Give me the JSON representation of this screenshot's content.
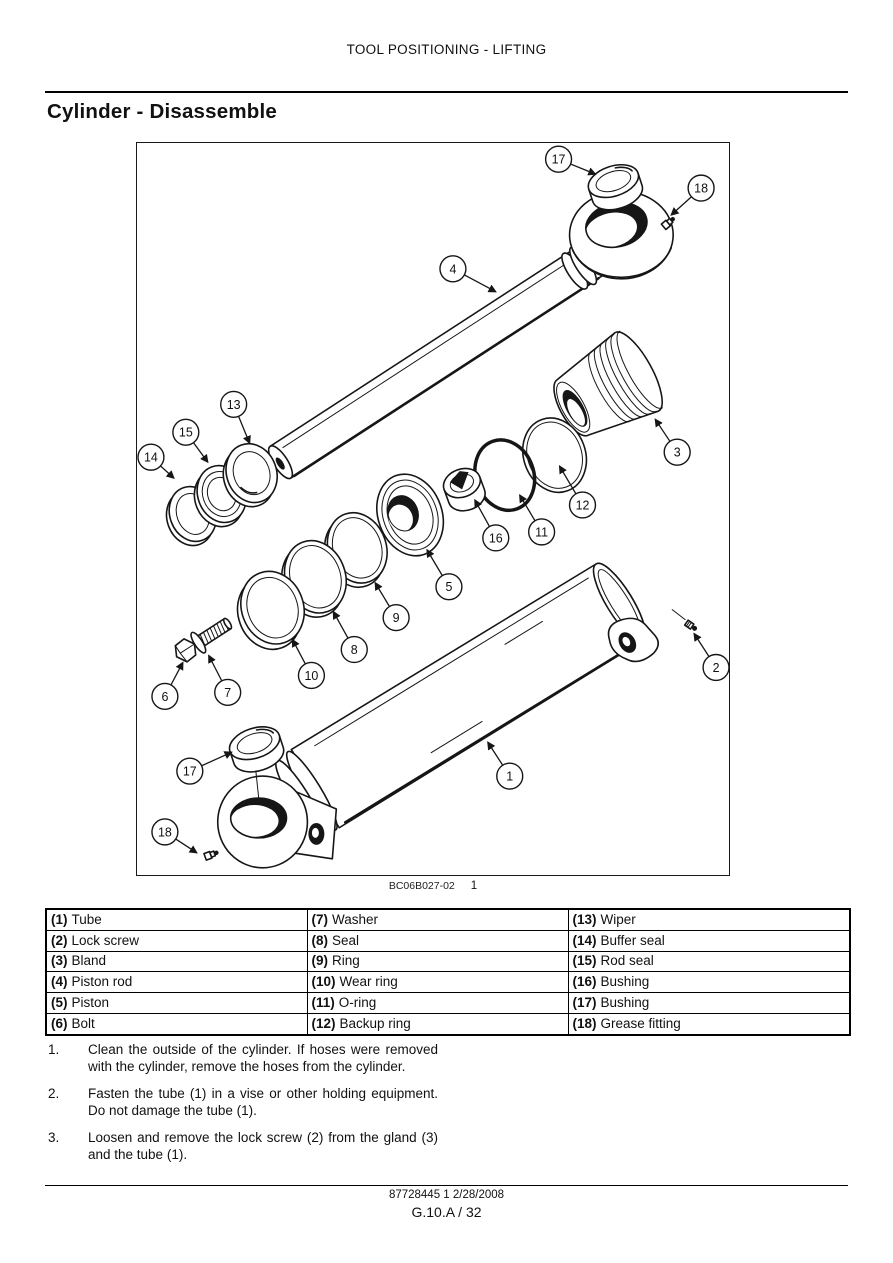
{
  "page": {
    "header": "TOOL POSITIONING - LIFTING",
    "title": "Cylinder - Disassemble",
    "footer_doc": "87728445 1 2/28/2008",
    "footer_page": "G.10.A / 32"
  },
  "figure": {
    "caption_code": "BC06B027-02",
    "caption_number": "1",
    "callouts": [
      "1",
      "2",
      "3",
      "4",
      "5",
      "6",
      "7",
      "8",
      "9",
      "10",
      "11",
      "12",
      "13",
      "14",
      "15",
      "16",
      "17",
      "18"
    ]
  },
  "parts_table": {
    "rows": [
      [
        {
          "num": "(1)",
          "label": "Tube"
        },
        {
          "num": "(7)",
          "label": "Washer"
        },
        {
          "num": "(13)",
          "label": "Wiper"
        }
      ],
      [
        {
          "num": "(2)",
          "label": "Lock screw"
        },
        {
          "num": "(8)",
          "label": "Seal"
        },
        {
          "num": "(14)",
          "label": "Buffer seal"
        }
      ],
      [
        {
          "num": "(3)",
          "label": "Bland"
        },
        {
          "num": "(9)",
          "label": "Ring"
        },
        {
          "num": "(15)",
          "label": "Rod seal"
        }
      ],
      [
        {
          "num": "(4)",
          "label": "Piston rod"
        },
        {
          "num": "(10)",
          "label": "Wear ring"
        },
        {
          "num": "(16)",
          "label": "Bushing"
        }
      ],
      [
        {
          "num": "(5)",
          "label": "Piston"
        },
        {
          "num": "(11)",
          "label": "O-ring"
        },
        {
          "num": "(17)",
          "label": "Bushing"
        }
      ],
      [
        {
          "num": "(6)",
          "label": "Bolt"
        },
        {
          "num": "(12)",
          "label": "Backup ring"
        },
        {
          "num": "(18)",
          "label": "Grease fitting"
        }
      ]
    ]
  },
  "steps": [
    {
      "num": "1.",
      "text": "Clean the outside of the cylinder. If hoses were removed with the cylinder, remove the hoses from the cylinder."
    },
    {
      "num": "2.",
      "text": "Fasten the tube (1) in a vise or other holding equipment. Do not damage the tube (1)."
    },
    {
      "num": "3.",
      "text": "Loosen and remove the lock screw (2) from the gland (3) and the tube (1)."
    }
  ],
  "colors": {
    "ink": "#1a1a1a",
    "paper": "#ffffff"
  }
}
